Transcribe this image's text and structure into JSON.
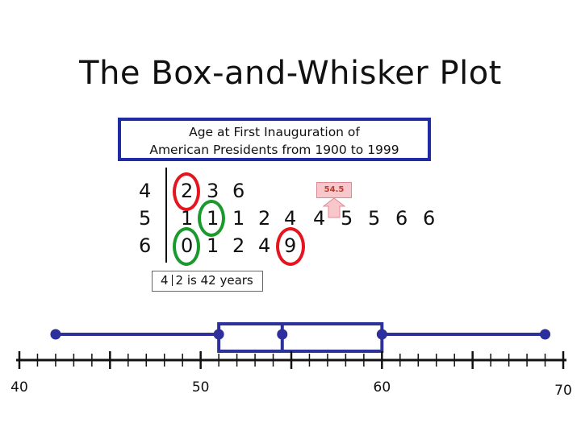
{
  "title": "The Box-and-Whisker Plot",
  "caption": {
    "line1": "Age at First Inauguration of",
    "line2": "American Presidents from 1900 to 1999"
  },
  "stem_leaf": {
    "rows": [
      {
        "stem": "4",
        "leaves": [
          "2",
          "3",
          "6"
        ]
      },
      {
        "stem": "5",
        "leaves": [
          "1",
          "1",
          "1",
          "2",
          "4",
          "4",
          "5",
          "5",
          "6",
          "6"
        ]
      },
      {
        "stem": "6",
        "leaves": [
          "0",
          "1",
          "2",
          "4",
          "9"
        ]
      }
    ],
    "key": {
      "stem": "4",
      "leaf": "2 is 42 years"
    }
  },
  "median_callout": "54.5",
  "colors": {
    "min_max": "#e5141e",
    "quartiles": "#1a9a2c",
    "caption_border": "#1f2aa5",
    "box": "#2d3299",
    "points": "#2d2f9c"
  },
  "box_plot": {
    "min": 42,
    "q1": 51,
    "median": 54.5,
    "q3": 60,
    "max": 69,
    "axis": {
      "min": 40,
      "max": 70,
      "labels": [
        "40",
        "50",
        "60",
        "70"
      ],
      "minor_step": 1,
      "major_step": 5
    }
  }
}
